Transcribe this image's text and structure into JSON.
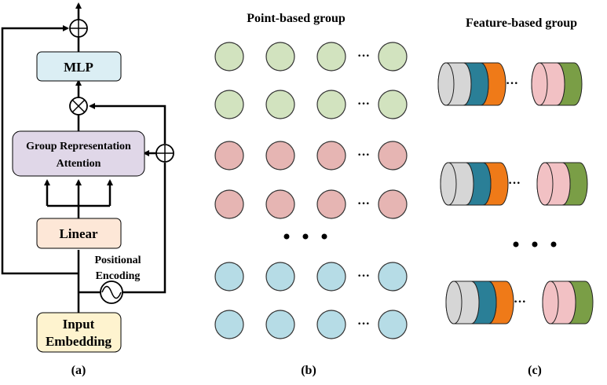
{
  "panel_a": {
    "mlp_label": "MLP",
    "gra_label_line1": "Group Representation",
    "gra_label_line2": "Attention",
    "linear_label": "Linear",
    "pos_enc_line1": "Positional",
    "pos_enc_line2": "Encoding",
    "input_line1": "Input",
    "input_line2": "Embedding",
    "caption": "(a)"
  },
  "panel_b": {
    "title": "Point-based group",
    "row_ellipsis": "···",
    "caption": "(b)",
    "rows": [
      {
        "color": "#d2e3bf"
      },
      {
        "color": "#d2e3bf"
      },
      {
        "color": "#e6b5b3"
      },
      {
        "color": "#e6b5b3"
      },
      {
        "color": "#b6dce6"
      },
      {
        "color": "#b6dce6"
      }
    ]
  },
  "panel_c": {
    "title": "Feature-based group",
    "row_ellipsis": "···",
    "caption": "(c)",
    "feature_colors": [
      "#d6d6d6",
      "#2a7f97",
      "#ef7a18",
      "#f2c1c4",
      "#7a9e46"
    ]
  },
  "colors": {
    "mlp_fill": "#dbeef4",
    "gra_fill": "#e0d7e8",
    "linear_fill": "#fde7d7",
    "input_fill": "#fef3cf"
  }
}
